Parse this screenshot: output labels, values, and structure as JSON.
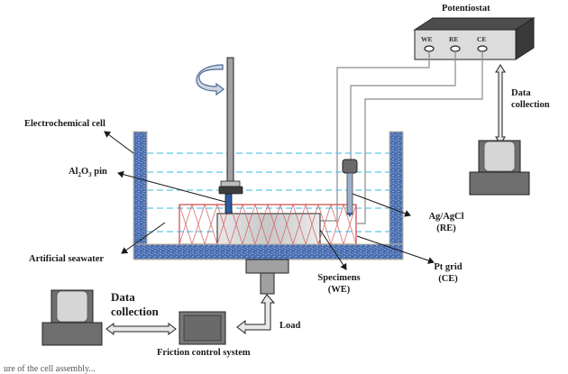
{
  "diagram": {
    "potentiostat": {
      "title": "Potentiostat",
      "ports": [
        "WE",
        "RE",
        "CE"
      ]
    },
    "labels": {
      "electrochemical_cell": "Electrochemical cell",
      "pin_prefix": "Al",
      "pin_sub1": "2",
      "pin_mid": "O",
      "pin_sub2": "3",
      "pin_suffix": " pin",
      "artificial_seawater": "Artificial seawater",
      "ref_electrode_line1": "Ag/AgCl",
      "ref_electrode_line2": "(RE)",
      "counter_electrode_line1": "Pt grid",
      "counter_electrode_line2": "(CE)",
      "specimens_line1": "Specimens",
      "specimens_line2": "(WE)",
      "data_collection_right_line1": "Data",
      "data_collection_right_line2": "collection",
      "data_collection_left_line1": "Data",
      "data_collection_left_line2": "collection",
      "load": "Load",
      "friction_control_system": "Friction control system"
    },
    "caption": "ure of the cell assembly..."
  }
}
